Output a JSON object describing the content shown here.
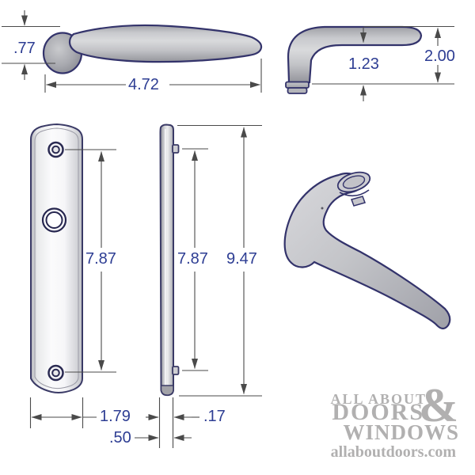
{
  "colors": {
    "background": "#ffffff",
    "dimension_text": "#2d3d93",
    "dimension_lines": "#4a4a4a",
    "part_outline": "#33336b",
    "part_metal_light": "#e8e9eb",
    "part_metal_dark": "#94959b",
    "logo_gray": "#b1b0b0"
  },
  "dims": {
    "lever_height": ".77",
    "lever_length": "4.72",
    "lever_drop": "1.23",
    "lever_overall_height": "2.00",
    "plate_hole_spacing_front": "7.87",
    "plate_hole_spacing_side": "7.87",
    "plate_overall_height": "9.47",
    "plate_width": "1.79",
    "boss_depth": ".17",
    "plate_depth": ".50"
  },
  "logo": {
    "line1": "ALL ABOUT",
    "ampersand": "&",
    "line2": "DOORS",
    "line3": "WINDOWS",
    "website": "allaboutdoors.com"
  }
}
